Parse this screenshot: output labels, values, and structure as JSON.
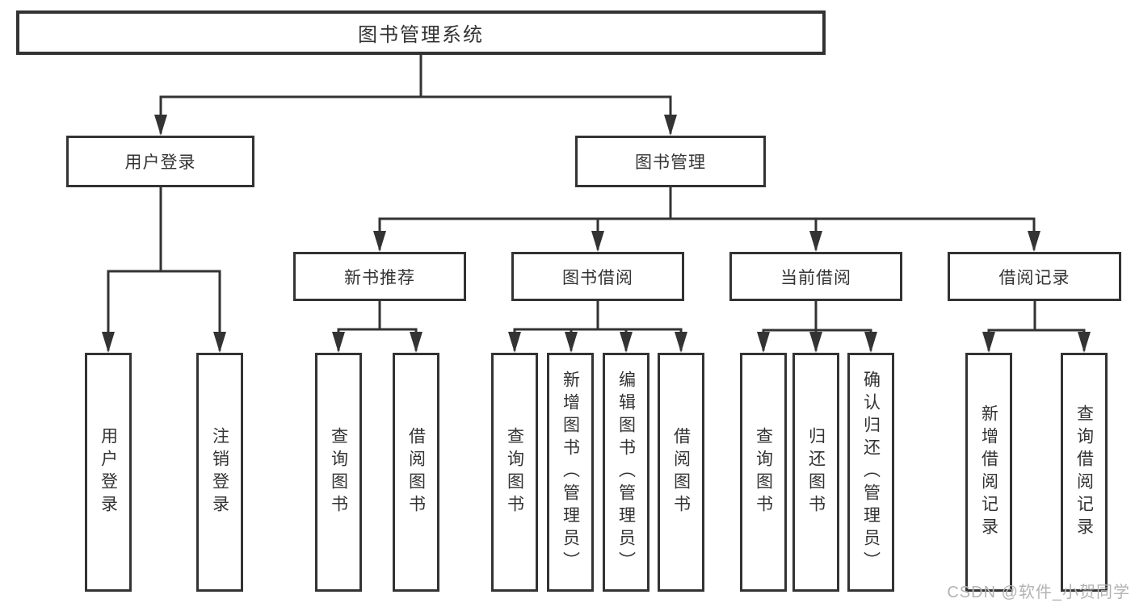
{
  "page": {
    "background": "#ffffff"
  },
  "diagram": {
    "type": "tree",
    "line_color": "#333333",
    "text_color": "#333333",
    "root": {
      "label": "图书管理系统"
    },
    "level2": [
      {
        "label": "用户登录"
      },
      {
        "label": "图书管理"
      }
    ],
    "level3": [
      {
        "label": "新书推荐"
      },
      {
        "label": "图书借阅"
      },
      {
        "label": "当前借阅"
      },
      {
        "label": "借阅记录"
      }
    ],
    "leaves": {
      "user_login": [
        {
          "label": "用户登录"
        },
        {
          "label": "注销登录"
        }
      ],
      "new_book_recommend": [
        {
          "label": "查询图书"
        },
        {
          "label": "借阅图书"
        }
      ],
      "book_borrow": [
        {
          "label": "查询图书"
        },
        {
          "label": "新增图书（管理员）"
        },
        {
          "label": "编辑图书（管理员）"
        },
        {
          "label": "借阅图书"
        }
      ],
      "current_borrow": [
        {
          "label": "查询图书"
        },
        {
          "label": "归还图书"
        },
        {
          "label": "确认归还（管理员）"
        }
      ],
      "borrow_records": [
        {
          "label": "新增借阅记录"
        },
        {
          "label": "查询借阅记录"
        }
      ]
    }
  },
  "watermark": {
    "text": "CSDN @软件_小贺同学",
    "color": "#b3b3b3"
  }
}
